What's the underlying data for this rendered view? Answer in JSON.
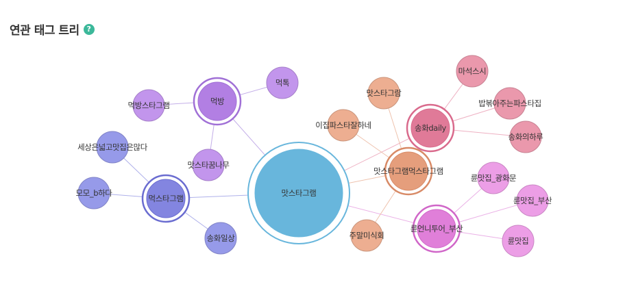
{
  "header": {
    "title": "연관 태그 트리",
    "help_glyph": "?"
  },
  "graph": {
    "nodes": [
      {
        "id": "matstagram",
        "label": "맛스타그램",
        "color": "#68b6dc",
        "ring": "#68b6dc",
        "size": "hub"
      },
      {
        "id": "meokbang",
        "label": "먹방",
        "color": "#b27fe3",
        "ring": "#a070d6",
        "size": "group"
      },
      {
        "id": "meokstagram",
        "label": "먹스타그램",
        "color": "#8385e0",
        "ring": "#6a6cd0",
        "size": "group"
      },
      {
        "id": "songhwadaily",
        "label": "송화daily",
        "color": "#e07a98",
        "ring": "#d96a8c",
        "size": "group"
      },
      {
        "id": "matstagrammeok",
        "label": "맛스타그램먹스타그램",
        "color": "#e59e7c",
        "ring": "#d88a66",
        "size": "group"
      },
      {
        "id": "ryunrunner",
        "label": "륜언니투어_부산",
        "color": "#e07fd9",
        "ring": "#d066c8",
        "size": "group"
      },
      {
        "id": "meoktok",
        "label": "먹톡",
        "color": "#c295ec",
        "size": "leaf"
      },
      {
        "id": "meokbangsta",
        "label": "먹방스타그램",
        "color": "#c295ec",
        "size": "leaf"
      },
      {
        "id": "matstakkum",
        "label": "맛스타꿈나무",
        "color": "#c295ec",
        "size": "leaf"
      },
      {
        "id": "sesang",
        "label": "세상은넓고맛집은많다",
        "color": "#969ae9",
        "size": "leaf"
      },
      {
        "id": "momob",
        "label": "모모_b하다",
        "color": "#969ae9",
        "size": "leaf"
      },
      {
        "id": "songhwailsang",
        "label": "송화일상",
        "color": "#969ae9",
        "size": "leaf"
      },
      {
        "id": "matstagram2",
        "label": "맛스타그람",
        "color": "#edae91",
        "size": "leaf"
      },
      {
        "id": "ijippasta",
        "label": "이집파스타잘하네",
        "color": "#edae91",
        "size": "leaf"
      },
      {
        "id": "jumalmisik",
        "label": "주말미식회",
        "color": "#edae91",
        "size": "leaf"
      },
      {
        "id": "maseoksushi",
        "label": "마석스시",
        "color": "#ea98ac",
        "size": "leaf"
      },
      {
        "id": "bapbokka",
        "label": "밥볶아주는파스타집",
        "color": "#ea98ac",
        "size": "leaf"
      },
      {
        "id": "songhwaharu",
        "label": "송화의하루",
        "color": "#ea98ac",
        "size": "leaf"
      },
      {
        "id": "ryunmatgwang",
        "label": "륜맛집_광화문",
        "color": "#ec9ee6",
        "size": "leaf"
      },
      {
        "id": "ryunmatbusan",
        "label": "륜맛집_부산",
        "color": "#ec9ee6",
        "size": "leaf"
      },
      {
        "id": "ryunmat",
        "label": "륜맛집",
        "color": "#ec9ee6",
        "size": "leaf"
      }
    ],
    "edges": [
      [
        "matstagram",
        "meokbang"
      ],
      [
        "matstagram",
        "meokstagram"
      ],
      [
        "matstagram",
        "songhwadaily"
      ],
      [
        "matstagram",
        "matstagrammeok"
      ],
      [
        "matstagram",
        "ryunrunner"
      ],
      [
        "meokbang",
        "meoktok"
      ],
      [
        "meokbang",
        "meokbangsta"
      ],
      [
        "meokbang",
        "matstakkum"
      ],
      [
        "meokstagram",
        "sesang"
      ],
      [
        "meokstagram",
        "momob"
      ],
      [
        "meokstagram",
        "songhwailsang"
      ],
      [
        "matstagrammeok",
        "matstagram2"
      ],
      [
        "matstagrammeok",
        "ijippasta"
      ],
      [
        "matstagrammeok",
        "jumalmisik"
      ],
      [
        "songhwadaily",
        "maseoksushi"
      ],
      [
        "songhwadaily",
        "bapbokka"
      ],
      [
        "songhwadaily",
        "songhwaharu"
      ],
      [
        "ryunrunner",
        "ryunmatgwang"
      ],
      [
        "ryunrunner",
        "ryunmatbusan"
      ],
      [
        "ryunrunner",
        "ryunmat"
      ]
    ]
  }
}
